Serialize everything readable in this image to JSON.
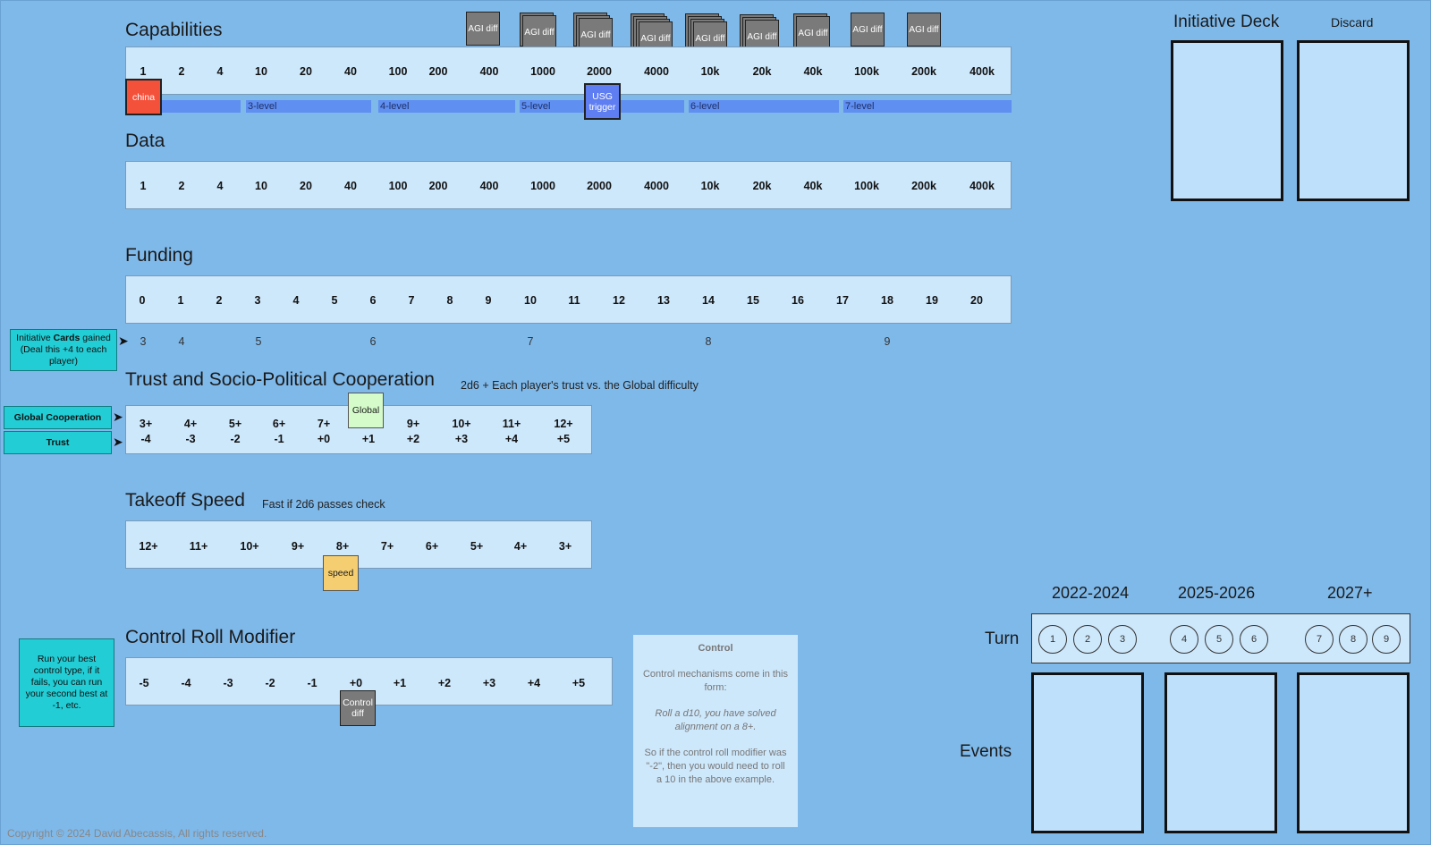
{
  "capabilities": {
    "title": "Capabilities",
    "ticks": [
      "1",
      "2",
      "4",
      "10",
      "20",
      "40",
      "100",
      "200",
      "400",
      "1000",
      "2000",
      "4000",
      "10k",
      "20k",
      "40k",
      "100k",
      "200k",
      "400k"
    ],
    "levels": [
      "3-level",
      "4-level",
      "5-level",
      "6-level",
      "7-level"
    ],
    "agi_card_label": "AGI diff"
  },
  "tokens": {
    "china": "china",
    "usg_trigger": "USG trigger",
    "global": "Global",
    "speed": "speed",
    "control_diff": "Control diff"
  },
  "data_track": {
    "title": "Data",
    "ticks": [
      "1",
      "2",
      "4",
      "10",
      "20",
      "40",
      "100",
      "200",
      "400",
      "1000",
      "2000",
      "4000",
      "10k",
      "20k",
      "40k",
      "100k",
      "200k",
      "400k"
    ]
  },
  "funding": {
    "title": "Funding",
    "ticks": [
      "0",
      "1",
      "2",
      "3",
      "4",
      "5",
      "6",
      "7",
      "8",
      "9",
      "10",
      "11",
      "12",
      "13",
      "14",
      "15",
      "16",
      "17",
      "18",
      "19",
      "20"
    ],
    "cards_gained": [
      "3",
      "4",
      "5",
      "6",
      "7",
      "8",
      "9"
    ],
    "note_prefix": "Initiative ",
    "note_bold": "Cards",
    "note_suffix": " gained (Deal this +4 to each player)"
  },
  "trust": {
    "title": "Trust and Socio-Political Cooperation",
    "subtitle": "2d6 + Each player's trust vs. the Global difficulty",
    "cooperation_label": "Global Cooperation",
    "trust_label": "Trust",
    "top_row": [
      "3+",
      "4+",
      "5+",
      "6+",
      "7+",
      "8+",
      "9+",
      "10+",
      "11+",
      "12+"
    ],
    "bottom_row": [
      "-4",
      "-3",
      "-2",
      "-1",
      "+0",
      "+1",
      "+2",
      "+3",
      "+4",
      "+5"
    ]
  },
  "takeoff": {
    "title": "Takeoff Speed",
    "subtitle": "Fast if 2d6 passes check",
    "ticks": [
      "12+",
      "11+",
      "10+",
      "9+",
      "8+",
      "7+",
      "6+",
      "5+",
      "4+",
      "3+"
    ]
  },
  "control": {
    "title": "Control Roll Modifier",
    "ticks": [
      "-5",
      "-4",
      "-3",
      "-2",
      "-1",
      "+0",
      "+1",
      "+2",
      "+3",
      "+4",
      "+5"
    ],
    "side_note": "Run your best control type, if it fails, you can run your second best at -1, etc.",
    "panel_title": "Control",
    "panel_p1": "Control mechanisms come in this form:",
    "panel_p2": "Roll a d10, you have solved alignment on a 8+.",
    "panel_p3": "So if the control roll modifier was \"-2\", then you would need to roll a 10 in the above example."
  },
  "deck": {
    "initiative_label": "Initiative Deck",
    "discard_label": "Discard"
  },
  "timeline": {
    "eras": [
      "2022-2024",
      "2025-2026",
      "2027+"
    ],
    "turn_label": "Turn",
    "turns": [
      "1",
      "2",
      "3",
      "4",
      "5",
      "6",
      "7",
      "8",
      "9"
    ],
    "events_label": "Events"
  },
  "copyright": "Copyright © 2024 David Abecassis, All rights reserved.",
  "colors": {
    "board": "#7fb9ea",
    "track": "#cde7fb",
    "china": "#f4513b",
    "usg": "#5f7ef2",
    "global": "#d4fbc9",
    "speed": "#f5ce71",
    "control": "#7a7a7a",
    "cyan": "#22cdd5",
    "level_bar": "#5f8ff1"
  }
}
